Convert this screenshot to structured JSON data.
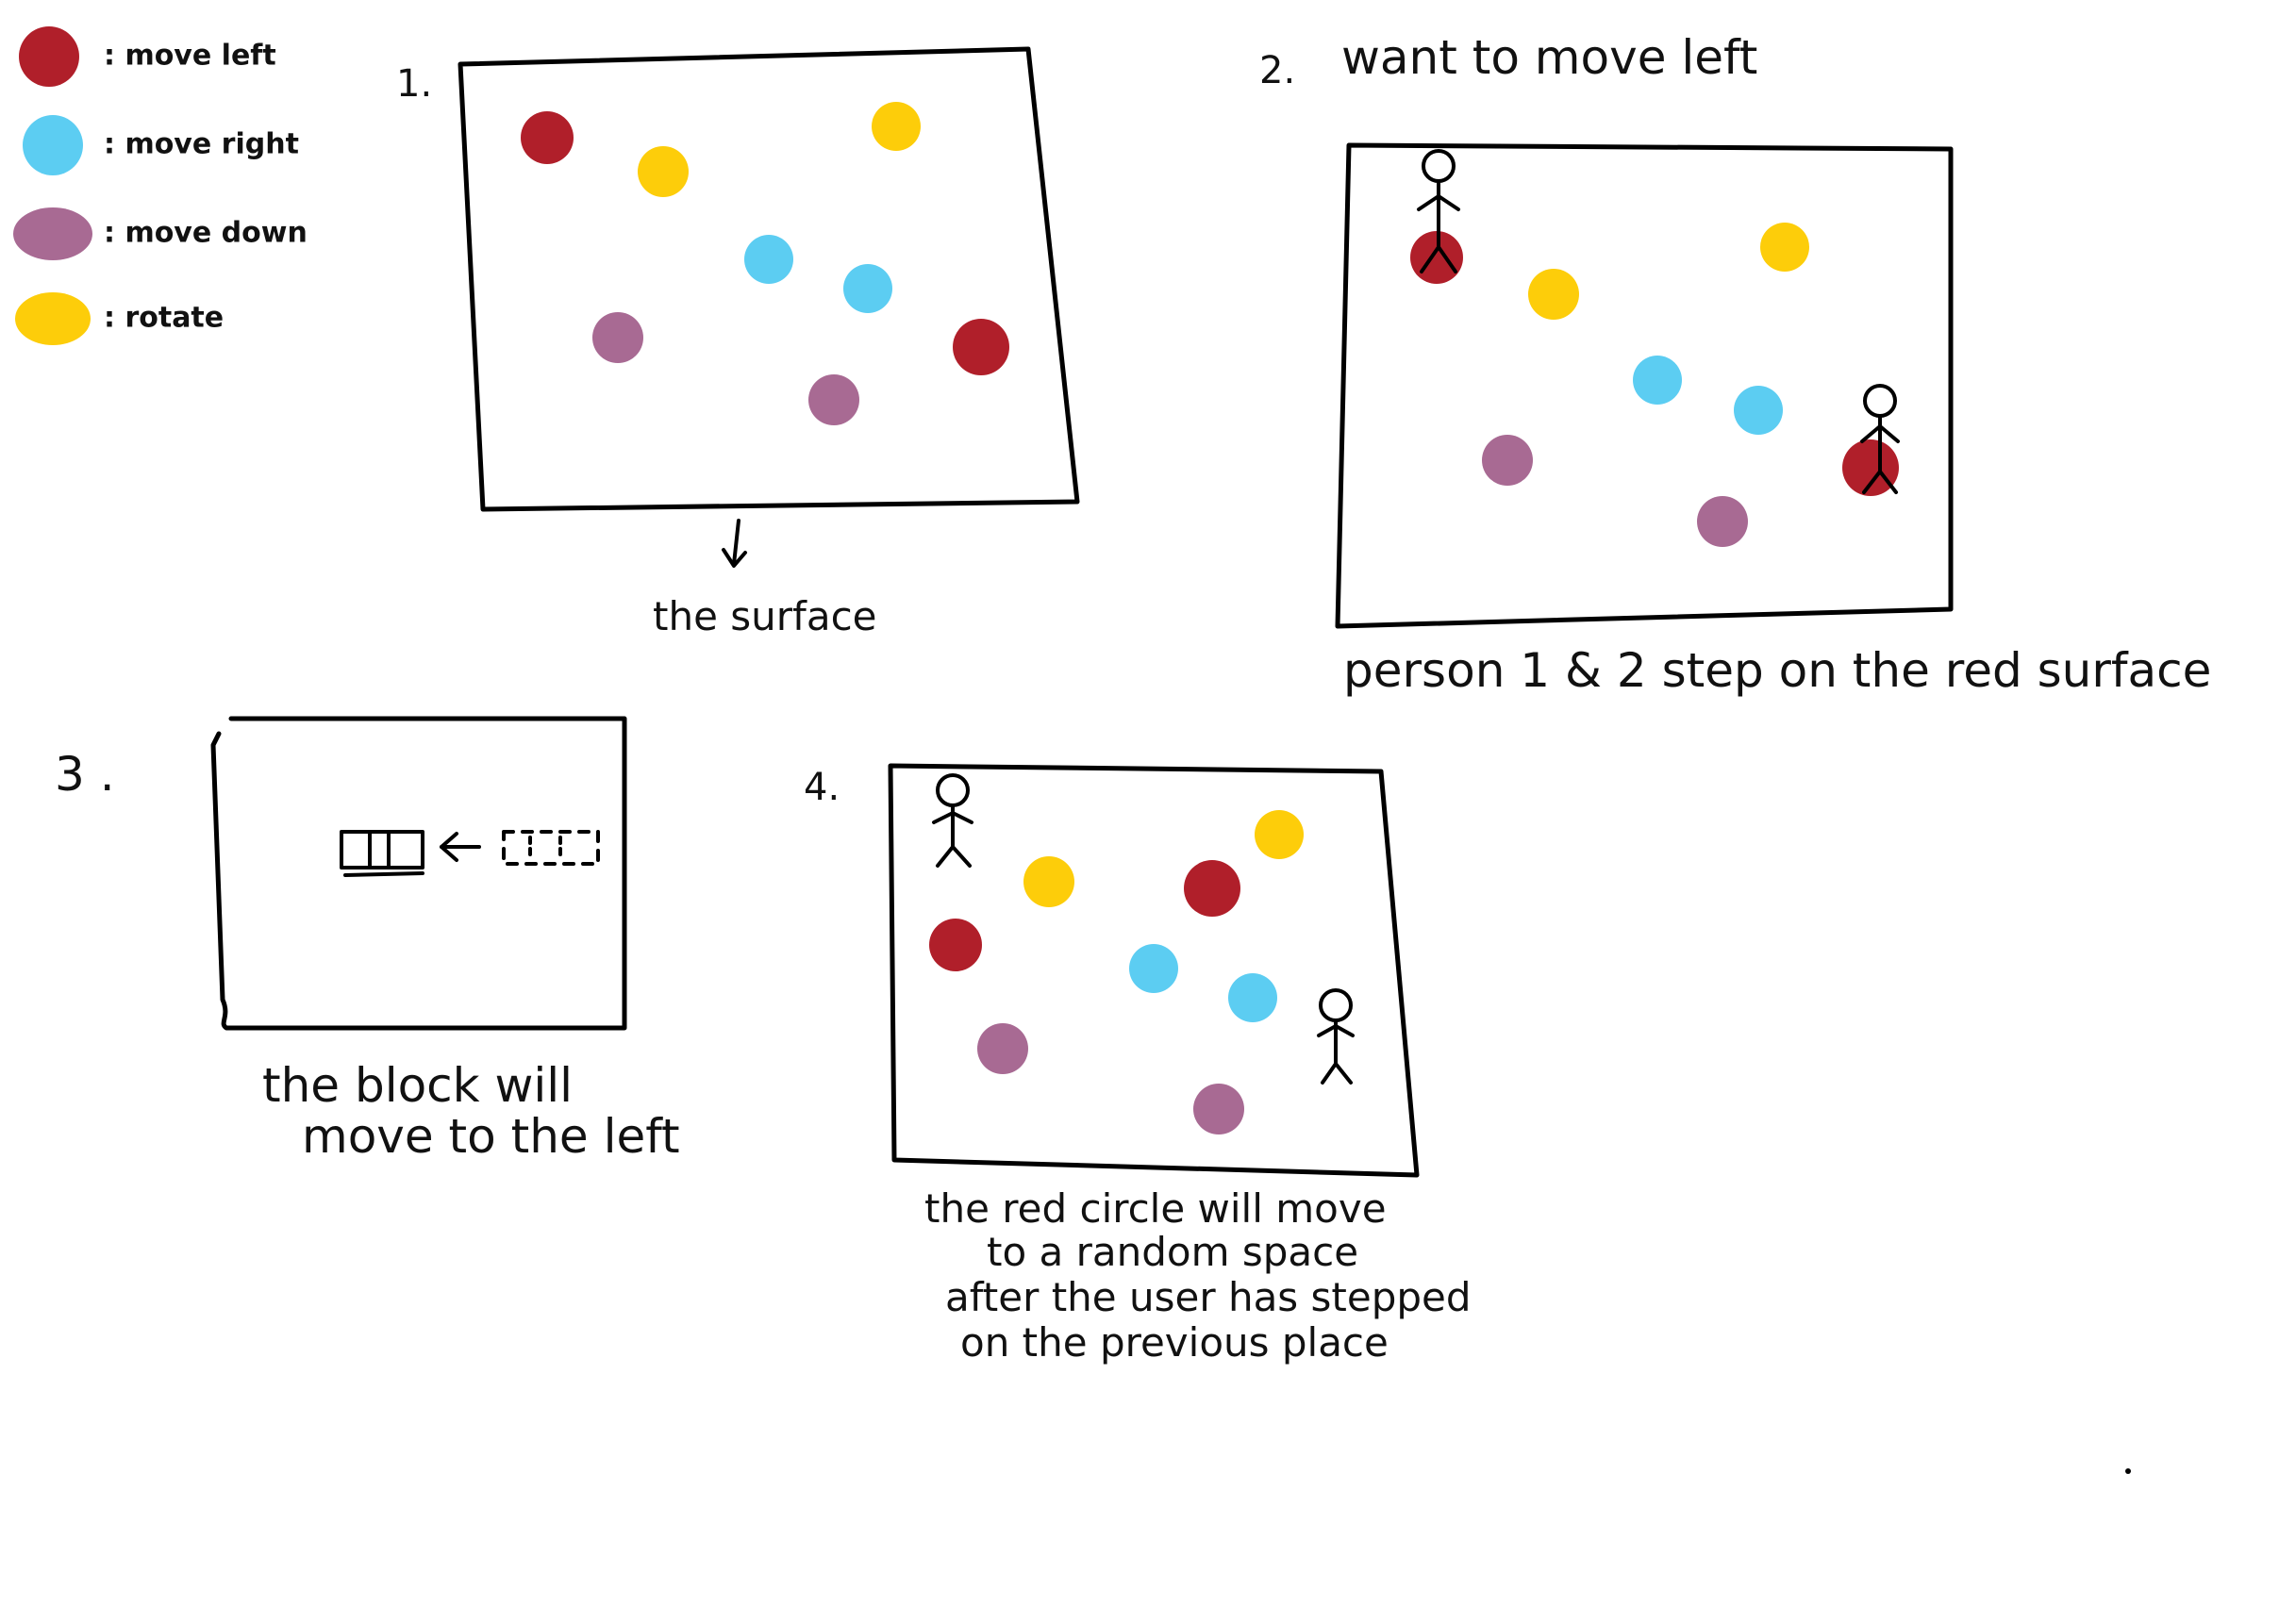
{
  "colors": {
    "red": "#b01f2a",
    "blue": "#5ccdf2",
    "purple": "#a86a93",
    "yellow": "#fdcd0a"
  },
  "legend": [
    {
      "color": "red",
      "label": ": move left"
    },
    {
      "color": "blue",
      "label": ": move right"
    },
    {
      "color": "purple",
      "label": ": move down"
    },
    {
      "color": "yellow",
      "label": ": rotate"
    }
  ],
  "panel1": {
    "number": "1.",
    "caption": "the surface"
  },
  "panel2": {
    "number": "2.",
    "title": "want to move left",
    "caption": "person 1 & 2 step on the red surface"
  },
  "panel3": {
    "number": "3 .",
    "caption_line1": "the block will",
    "caption_line2": "move to the left"
  },
  "panel4": {
    "number": "4.",
    "caption_line1": "the red circle will move",
    "caption_line2": "to a random space",
    "caption_line3": "after the user has stepped",
    "caption_line4": "on the previous place"
  }
}
